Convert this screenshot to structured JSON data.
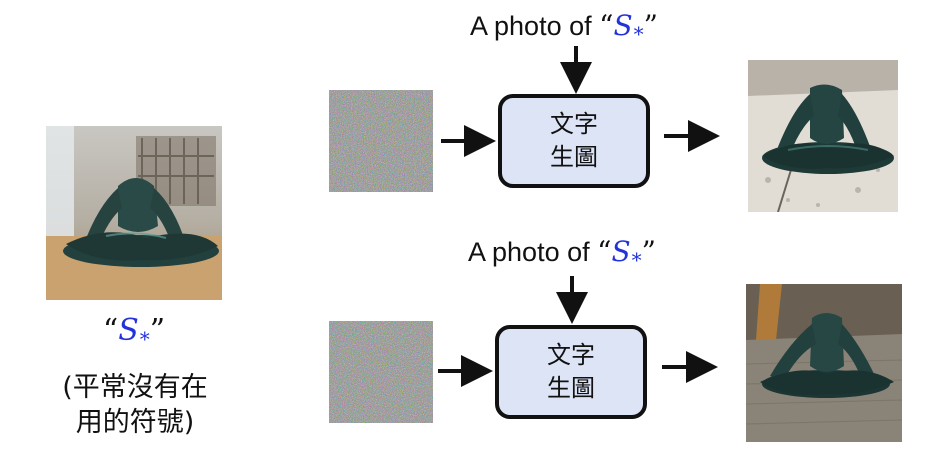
{
  "reference": {
    "token_open": "“",
    "token_symbol": "S",
    "token_subscript": "*",
    "token_close": "”",
    "note_line1": "(平常沒有在",
    "note_line2": "用的符號)"
  },
  "rows": [
    {
      "prompt_text": "A photo of ",
      "token_open": "“",
      "token_symbol": "S",
      "token_subscript": "*",
      "token_close": "”",
      "model_line1": "文字",
      "model_line2": "生圖"
    },
    {
      "prompt_text": "A photo of ",
      "token_open": "“",
      "token_symbol": "S",
      "token_subscript": "*",
      "token_close": "”",
      "model_line1": "文字",
      "model_line2": "生圖"
    }
  ],
  "colors": {
    "token_blue": "#2433d9",
    "box_fill": "#dde4f6",
    "arrow": "#111111"
  }
}
